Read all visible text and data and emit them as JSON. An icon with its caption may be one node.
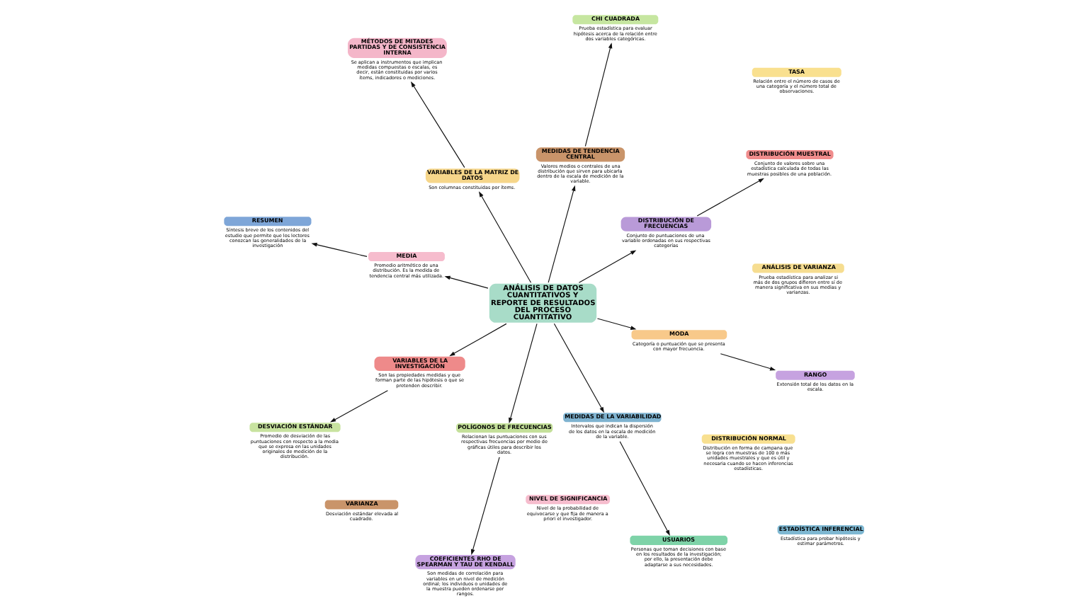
{
  "diagram": {
    "nodes": [
      {
        "text": [
          "TASA",
          "Relación entre el número de casos de una categoría y el número total de observaciones."
        ]
      },
      {
        "text": [
          "MÉTODOS DE MITADES PARTIDAS Y DE CONSISTENCIA INTERNA",
          "Se aplican a instrumentos que implican medidas compuestas o escalas, es decir, están constituidas por varios ítems, indicadores o mediciones."
        ]
      },
      {
        "text": [
          "DISTRIBUCIÓN MUESTRAL",
          "Conjunto de valores sobre una estadística calculada de todas las muestras posibles de una población."
        ]
      },
      {
        "text": [
          "VARIANZA",
          "Desviación estándar elevada al cuadrado."
        ]
      },
      {
        "text": [
          "VARIABLES DE LA INVESTIGACIÓN",
          "Son las propiedades medidas y que forman parte de las hipótesis o que se pretenden describir."
        ]
      },
      {
        "text": [
          "VARIABLES DE LA MATRIZ DE DATOS",
          "Son columnas constituidas por ítems."
        ]
      },
      {
        "text": [
          "DISTRIBUCIÓN DE FRECUENCIAS",
          "Conjunto de puntuaciones de una variable ordenadas en sus respectivas categorías"
        ]
      },
      {
        "text": [
          "DESVIACIÓN ESTÁNDAR",
          "Promedio de desviación de las puntuaciones con respecto a la media que se expresa en las unidades originales de medición de la distribución."
        ]
      },
      {
        "text": [
          "DISTRIBUCIÓN NORMAL",
          "Distribución en forma de campana que se logra con muestras de 100 o más unidades muestrales y que es útil y necesaria cuando se hacen inferencias estadísticas."
        ]
      },
      {
        "text": [
          "MEDIDAS DE LA VARIABILIDAD",
          "Intervalos que indican la dispersión de los datos en la escala de medición de la variable."
        ]
      },
      {
        "text": [
          "ANÁLISIS DE DATOS CUANTITATIVOS Y REPORTE DE RESULTADOS DEL PROCESO CUANTITATIVO"
        ]
      },
      {
        "text": [
          "POLÍGONOS DE FRECUENCIAS",
          "Relacionan las puntuaciones con sus respectivas frecuencias por medio de gráficas útiles para describir los datos."
        ]
      },
      {
        "text": [
          "USUARIOS",
          "Personas que toman decisiones con base en los resultados de la investigación; por ello, la presentación debe adaptarse a sus necesidades."
        ]
      },
      {
        "text": [
          "COEFICIENTES RHO DE SPEARMAN Y TAU DE KENDALL",
          "Son medidas de correlación para variables en un nivel de medición ordinal; los individuos o unidades de la muestra pueden ordenarse por rangos."
        ]
      },
      {
        "text": [
          "ANÁLISIS DE VARIANZA",
          "Prueba estadística para analizar si más de dos grupos difieren entre sí de manera significativa en sus medias y varianzas."
        ]
      },
      {
        "text": [
          "MEDIA",
          "Promedio aritmético de una distribución. Es la medida de tendencia central más utilizada."
        ]
      },
      {
        "text": [
          "MODA",
          "Categoría o puntuación que se presenta con mayor frecuencia."
        ]
      },
      {
        "text": [
          "MEDIDAS DE TENDENCIA CENTRAL",
          "Valores medios o centrales de una distribución que sirven para ubicarla dentro de la escala de medición de la variable."
        ]
      },
      {
        "text": [
          "CHI CUADRADA",
          "Prueba estadística para evaluar hipótesis acerca de la relación entre dos variables categóricas."
        ]
      },
      {
        "text": [
          "RESUMEN",
          "Síntesis breve de los contenidos del estudio que permite que los lectores conozcan las generalidades de la investigación"
        ]
      },
      {
        "text": [
          "NIVEL DE SIGNIFICANCIA",
          "Nivel de la probabilidad de equivocarse y que fija de manera a priori el investigador."
        ]
      },
      {
        "text": [
          "ESTADÍSTICA INFERENCIAL",
          "Estadística para probar hipótesis y estimar parámetros."
        ]
      },
      {
        "text": [
          "RANGO",
          "Extensión total de los datos en la escala."
        ]
      }
    ],
    "edges": [
      {
        "from": 10,
        "to": 4,
        "arrow": "to"
      },
      {
        "from": 10,
        "to": 5,
        "arrow": "to"
      },
      {
        "from": 10,
        "to": 6,
        "arrow": "to"
      },
      {
        "from": 10,
        "to": 9,
        "arrow": "to"
      },
      {
        "from": 10,
        "to": 11,
        "arrow": "to"
      },
      {
        "from": 10,
        "to": 15,
        "arrow": "to"
      },
      {
        "from": 10,
        "to": 16,
        "arrow": "to"
      },
      {
        "from": 10,
        "to": 17,
        "arrow": "to"
      },
      {
        "from": 4,
        "to": 7,
        "arrow": "to"
      },
      {
        "from": 5,
        "to": 1,
        "arrow": "to"
      },
      {
        "from": 6,
        "to": 2,
        "arrow": "to"
      },
      {
        "from": 9,
        "to": 12,
        "arrow": "to"
      },
      {
        "from": 11,
        "to": 13,
        "arrow": "to"
      },
      {
        "from": 15,
        "to": 19,
        "arrow": "to"
      },
      {
        "from": 16,
        "to": 22,
        "arrow": "to"
      },
      {
        "from": 17,
        "to": 18,
        "arrow": "to"
      }
    ]
  }
}
